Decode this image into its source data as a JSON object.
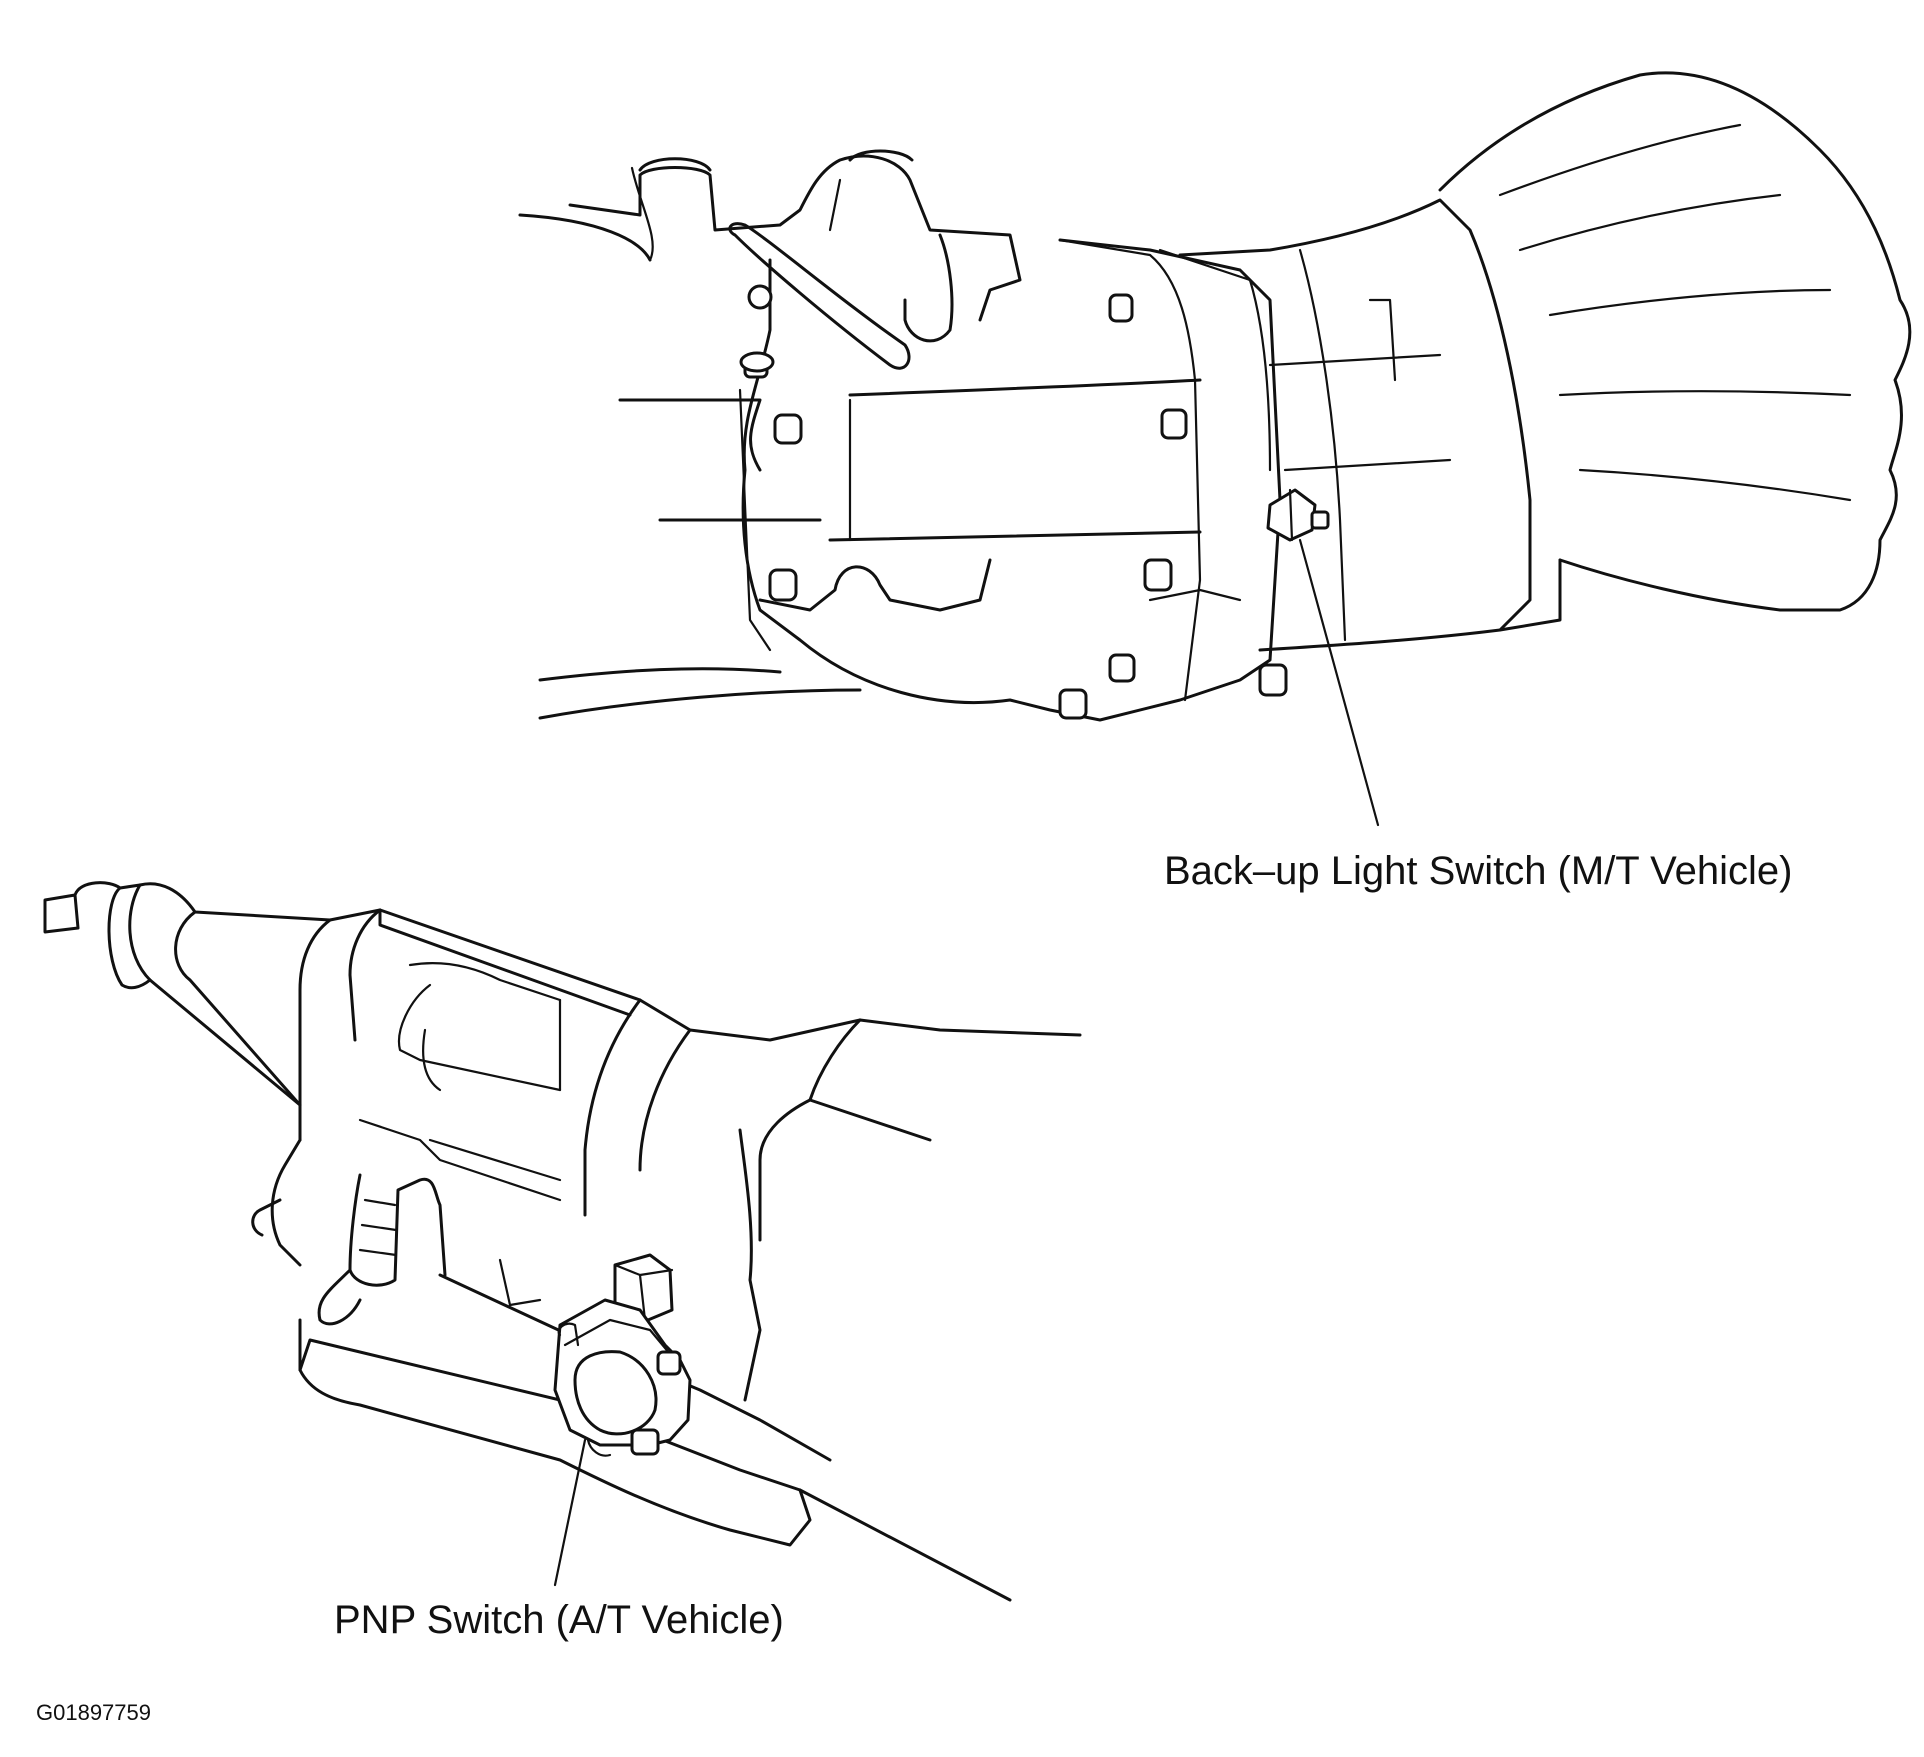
{
  "callouts": {
    "backup_light_switch": "Back–up Light Switch (M/T Vehicle)",
    "pnp_switch": "PNP Switch (A/T Vehicle)"
  },
  "figure_id": "G01897759",
  "colors": {
    "line": "#111111",
    "background": "#ffffff"
  }
}
